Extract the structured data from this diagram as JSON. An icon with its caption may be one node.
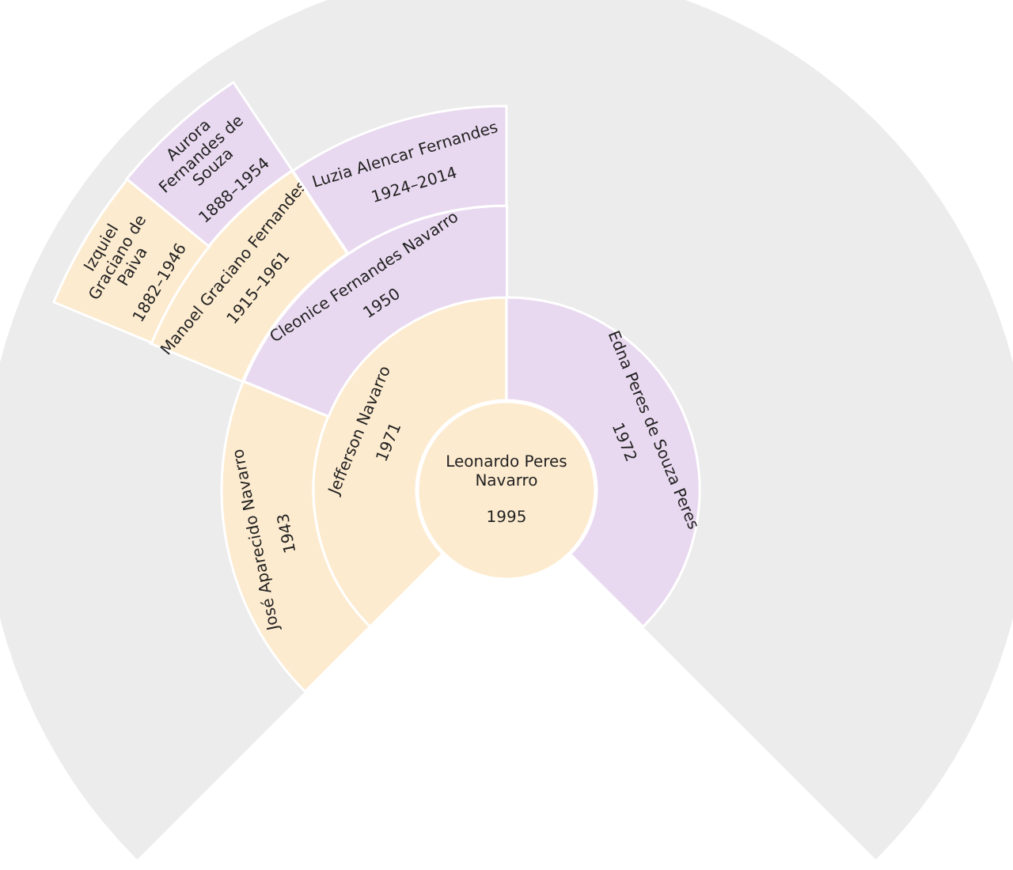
{
  "diagram": {
    "nodes": [
      {
        "text": [
          "Leonardo Peres Navarro",
          "1995"
        ]
      },
      {
        "text": [
          "Jefferson Navarro",
          "1971"
        ]
      },
      {
        "text": [
          "Edna Peres de Souza Peres",
          "1972"
        ]
      },
      {
        "text": [
          "José Aparecido Navarro",
          "1943"
        ]
      },
      {
        "text": [
          "Cleonice Fernandes Navarro",
          "1950"
        ]
      },
      {
        "text": [
          "Manoel Graciano Fernandes",
          "1915–1961"
        ]
      },
      {
        "text": [
          "Luzia Alencar Fernandes",
          "1924–2014"
        ]
      },
      {
        "text": [
          "Izquiel Graciano de Paiva",
          "1882–1946"
        ]
      },
      {
        "text": [
          "Aurora Fernandes de Souza",
          "1888–1954"
        ]
      }
    ]
  }
}
